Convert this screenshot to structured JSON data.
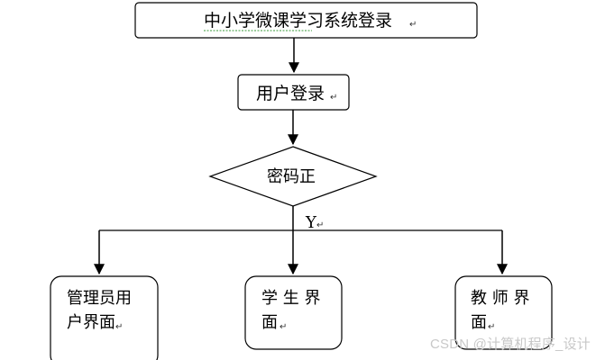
{
  "title_box": {
    "label": "中小学微课学习系统登录",
    "mark": "↵"
  },
  "login_box": {
    "label": "用户登录",
    "mark": "↵"
  },
  "decision": {
    "label": "密码正"
  },
  "branch_label": {
    "text": "Y",
    "mark": "↵"
  },
  "targets": [
    {
      "line1": "管理员用",
      "line2": "户界面",
      "mark": "↵"
    },
    {
      "line1": "学 生 界",
      "line2": "面",
      "mark": "↵"
    },
    {
      "line1": "教 师 界",
      "line2": "面",
      "mark": "↵"
    }
  ],
  "watermark": {
    "text": "CSDN @计算机程序_设计"
  }
}
